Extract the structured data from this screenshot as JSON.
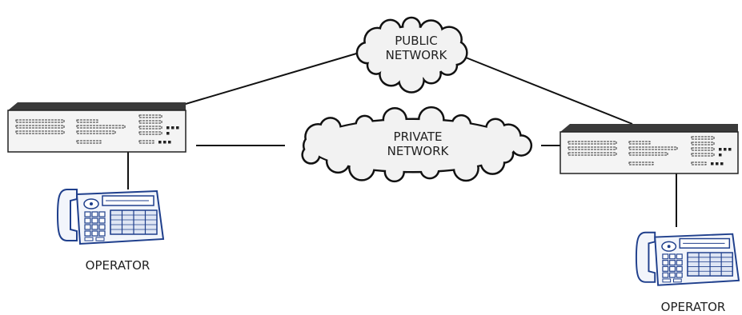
{
  "colors": {
    "line": "#111111",
    "cloud_fill": "#f2f2f2",
    "cloud_stroke": "#111111",
    "device_body": "#f4f4f4",
    "device_top": "#3a3a3a",
    "phone_stroke": "#1f3f8c",
    "phone_fill": "#f2f5fb"
  },
  "clouds": {
    "public": {
      "line1": "PUBLIC",
      "line2": "NETWORK"
    },
    "private": {
      "line1": "PRIVATE",
      "line2": "NETWORK"
    }
  },
  "operators": {
    "left": {
      "label": "OPERATOR"
    },
    "right": {
      "label": "OPERATOR"
    }
  },
  "icons": {
    "pbx_left": "pbx-switch-icon",
    "pbx_right": "pbx-switch-icon",
    "phone_left": "desk-phone-icon",
    "phone_right": "desk-phone-icon"
  }
}
